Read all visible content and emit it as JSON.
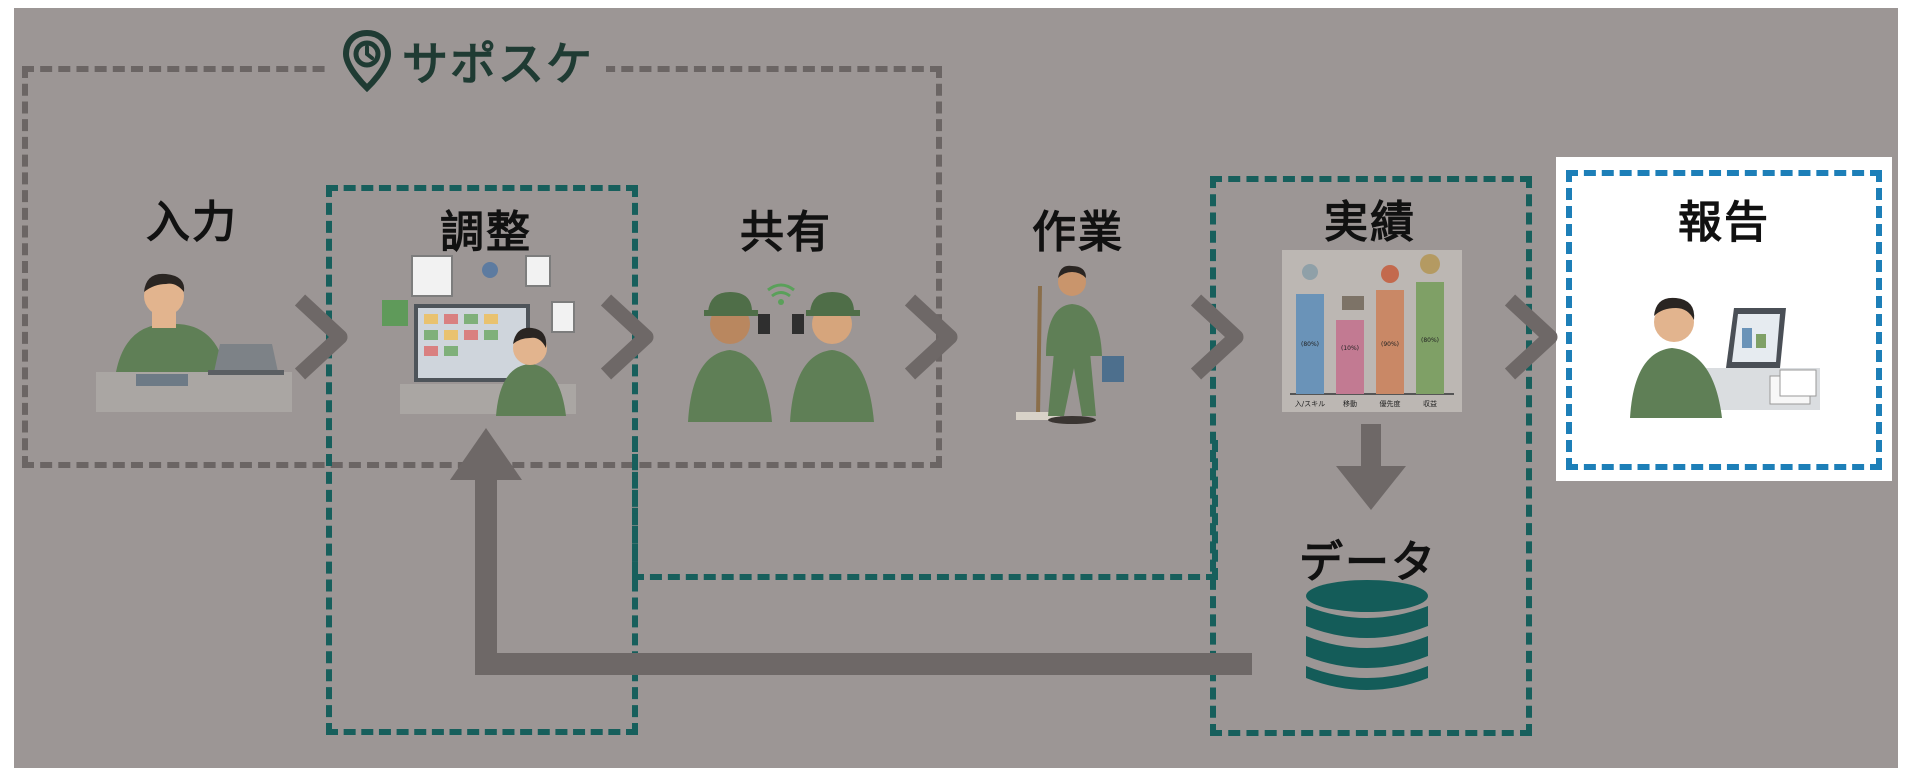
{
  "brand": {
    "name": "サポスケ",
    "icon": "map-pin-clock-icon"
  },
  "steps": [
    {
      "key": "input",
      "label": "入力"
    },
    {
      "key": "adjust",
      "label": "調整"
    },
    {
      "key": "share",
      "label": "共有"
    },
    {
      "key": "work",
      "label": "作業"
    },
    {
      "key": "results",
      "label": "実績"
    },
    {
      "key": "report",
      "label": "報告"
    }
  ],
  "data_store": {
    "label": "データ",
    "icon": "database-icon"
  },
  "results_chart": {
    "bars": [
      {
        "label": "入/スキル",
        "value_text": "(80%)",
        "color": "#6a93b8"
      },
      {
        "label": "移動",
        "value_text": "(10%)",
        "color": "#c27a92"
      },
      {
        "label": "優先度",
        "value_text": "(90%)",
        "color": "#c98866"
      },
      {
        "label": "収益",
        "value_text": "(80%)",
        "color": "#7fa066"
      }
    ]
  },
  "colors": {
    "background": "#9c9695",
    "system_group": "#6b6564",
    "loop_group": "#175f5c",
    "report_group": "#1d7fb8",
    "arrow": "#6e6867",
    "uniform": "#5f7f56"
  }
}
